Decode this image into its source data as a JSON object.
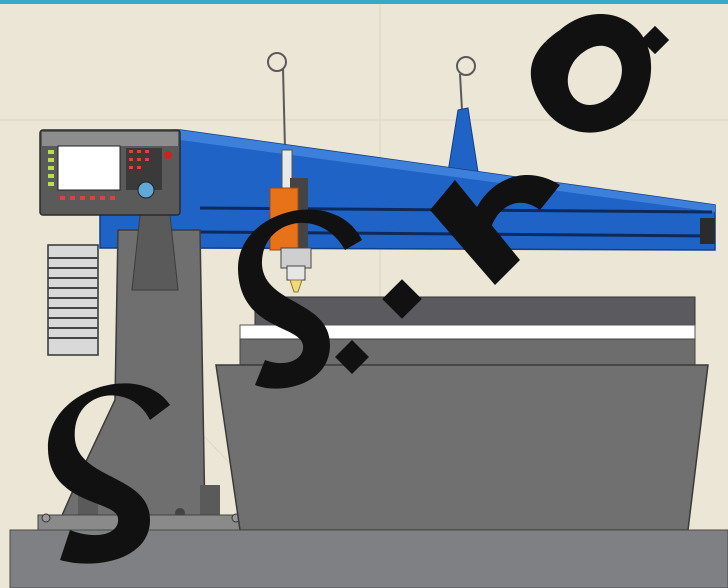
{
  "image": {
    "subject": "cnc-plasma-cutting-gantry-machine",
    "colors": {
      "background": "#ebe6d6",
      "top_border": "#3aa9c9",
      "gantry_blue": "#1f63c6",
      "gantry_blue_dark": "#123f86",
      "frame_gray": "#6f6f6f",
      "frame_gray_dark": "#4f4f4f",
      "torch_orange": "#e8721a",
      "watermark": "#111111",
      "controller_screen": "#ffffff"
    },
    "watermark": {
      "text": "s.r.o.",
      "visible_glyphs": [
        "s",
        "s",
        "r",
        "o"
      ]
    }
  }
}
